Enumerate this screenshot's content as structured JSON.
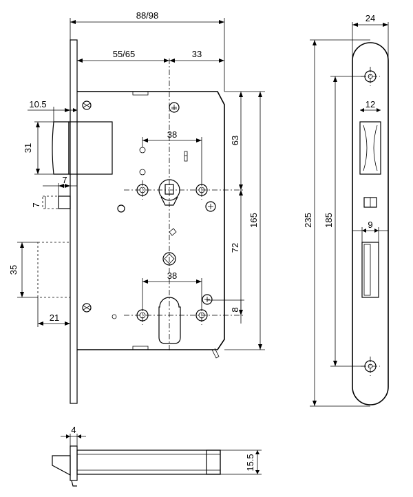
{
  "dimensions": {
    "total_depth": "88/98",
    "backset": "55/65",
    "front_offset": "33",
    "latch_projection": "10.5",
    "latch_height": "31",
    "deadbolt_gap": "7",
    "deadbolt_offset": "7",
    "deadbolt_height": "35",
    "deadbolt_projection": "21",
    "follower_spacing": "38",
    "cylinder_spacing": "38",
    "top_to_follower": "63",
    "follower_to_cylinder": "72",
    "case_height": "165",
    "cylinder_offset": "8",
    "faceplate_width": "24",
    "faceplate_length": "235",
    "screw_spacing": "185",
    "latch_slot_width": "12",
    "bolt_slot_width": "9",
    "faceplate_thickness": "4",
    "case_thickness": "15.5"
  }
}
